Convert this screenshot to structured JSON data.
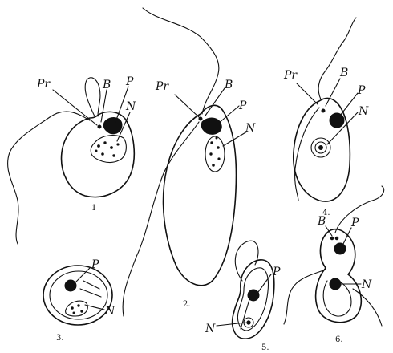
{
  "labels": {
    "pr": "Pr",
    "b": "B",
    "p": "P",
    "n": "N"
  },
  "figure_numbers": [
    "1",
    "2.",
    "3.",
    "4.",
    "5.",
    "6."
  ]
}
